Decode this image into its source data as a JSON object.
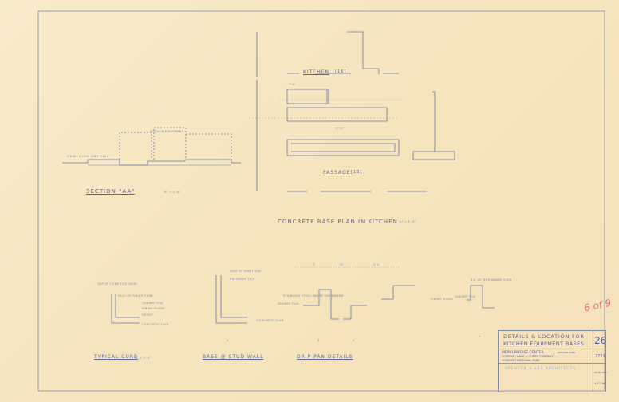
{
  "section_aa": {
    "title": "SECTION \"AA\"",
    "scale": "½\" = 1'-0\"",
    "note_equipment": "KITCHEN EQUIPMENT",
    "note_floor": "FINISH FLOOR (END TILE)"
  },
  "plan": {
    "kitchen_label": "KITCHEN",
    "kitchen_num": "[16]",
    "passage_label": "PASSAGE",
    "passage_num": "[13]",
    "title": "CONCRETE BASE PLAN IN KITCHEN",
    "scale": "¼\" = 1'-0\"",
    "dim_left": "7'4\"",
    "dim_total": "37'4\""
  },
  "details": {
    "typical_curb": {
      "title": "TYPICAL CURB",
      "scale": "¾\" = 1'-0\"",
      "notes": [
        "TOP OF CURB TILE LEVEL",
        "FACE OF FINISH CURB",
        "QUARRY TILE",
        "FINISH FLOOR",
        "GROUT",
        "CONCRETE SLAB"
      ]
    },
    "base_stud_wall": {
      "title": "BASE @ STUD WALL",
      "notes": [
        "FACE OF PARTITION",
        "BULLNOSE TILE"
      ],
      "marker": "2"
    },
    "drip_pan": {
      "title": "DRIP PAN DETAILS",
      "notes": [
        "STAINLESS STEEL PAN BY DOHRMANN",
        "QUARRY TILE",
        "CONCRETE SLAB",
        "FINISH FLOOR",
        "QUARRY TILE",
        "S.S. BY DOHRMANN CURB"
      ],
      "dims": [
        "3'",
        "15'",
        "5'4\""
      ],
      "markers": [
        "3",
        "4",
        "5"
      ]
    }
  },
  "title_block": {
    "title_line1": "DETAILS & LOCATION FOR",
    "title_line2": "KITCHEN EQUIPMENT BASES",
    "sheet_number": "26",
    "project_line1": "MERCHANDISE CENTER",
    "project_wing": "KITCHEN WING",
    "project_line2": "YOSEMITE PARK & CURRY COMPANY",
    "project_line3": "YOSEMITE NATIONAL PARK",
    "job_number": "3721",
    "architects": "SPENCER & LEE  ARCHITECTS",
    "scale": "AS NOTED",
    "date": "4-17-36"
  },
  "annotation": "6 of 9"
}
